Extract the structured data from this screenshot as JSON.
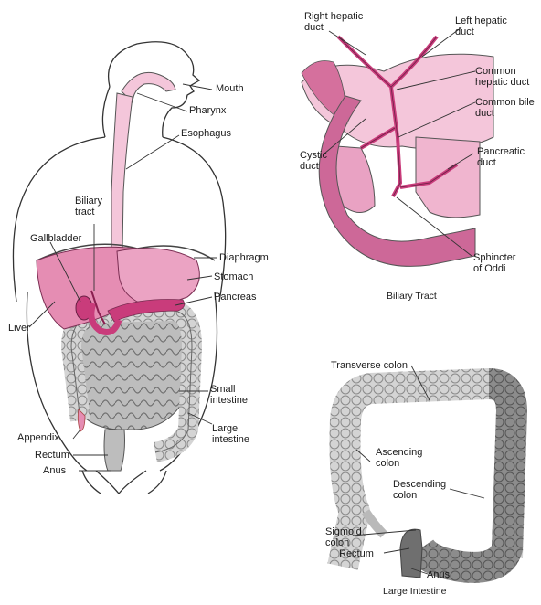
{
  "digestive_system": {
    "labels": {
      "mouth": "Mouth",
      "pharynx": "Pharynx",
      "esophagus": "Esophagus",
      "biliary_tract": "Biliary\ntract",
      "gallbladder": "Gallbladder",
      "diaphragm": "Diaphragm",
      "stomach": "Stomach",
      "pancreas": "Pancreas",
      "liver": "Liver",
      "small_intestine": "Small\nintestine",
      "large_intestine": "Large\nintestine",
      "appendix": "Appendix",
      "rectum": "Rectum",
      "anus": "Anus"
    }
  },
  "biliary": {
    "caption": "Biliary Tract",
    "labels": {
      "right_hepatic": "Right hepatic\nduct",
      "left_hepatic": "Left hepatic\nduct",
      "common_hepatic": "Common\nhepatic duct",
      "common_bile": "Common bile\nduct",
      "cystic": "Cystic\nduct",
      "pancreatic": "Pancreatic\nduct",
      "sphincter": "Sphincter\nof Oddi"
    }
  },
  "large_intestine": {
    "caption": "Large Intestine",
    "labels": {
      "transverse": "Transverse colon",
      "ascending": "Ascending\ncolon",
      "descending": "Descending\ncolon",
      "sigmoid": "Sigmoid\ncolon",
      "rectum": "Rectum",
      "anus": "Anus"
    }
  },
  "colors": {
    "organ_pink": "#e58db3",
    "organ_pink_light": "#f4c6da",
    "organ_magenta": "#c93c7b",
    "intestine_gray": "#c9c9c9",
    "intestine_dark": "#7f7f7f",
    "outline": "#3a3a3a"
  }
}
